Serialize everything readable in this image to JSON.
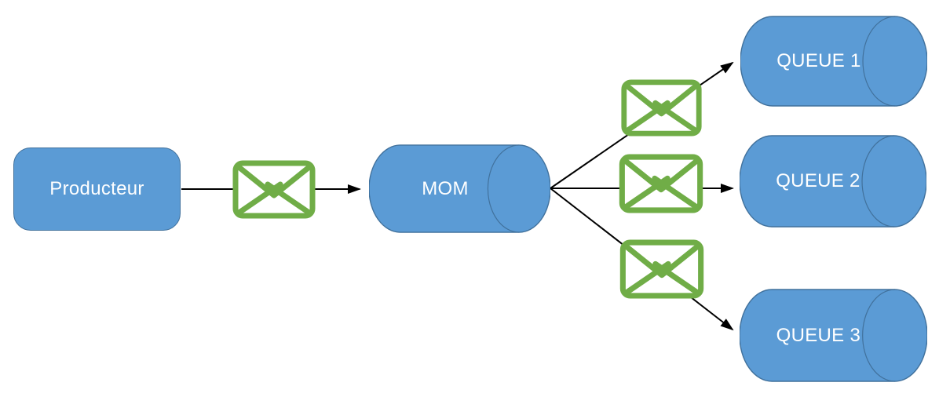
{
  "diagram": {
    "producer": {
      "label": "Producteur"
    },
    "broker": {
      "label": "MOM"
    },
    "queues": [
      {
        "label": "QUEUE 1"
      },
      {
        "label": "QUEUE 2"
      },
      {
        "label": "QUEUE 3"
      }
    ],
    "connections": [
      {
        "from": "Producteur",
        "to": "MOM",
        "icon": "message-envelope-icon"
      },
      {
        "from": "MOM",
        "to": "QUEUE 1",
        "icon": "message-envelope-icon"
      },
      {
        "from": "MOM",
        "to": "QUEUE 2",
        "icon": "message-envelope-icon"
      },
      {
        "from": "MOM",
        "to": "QUEUE 3",
        "icon": "message-envelope-icon"
      }
    ],
    "colors": {
      "node_fill": "#5B9BD5",
      "node_border": "#41719C",
      "envelope_green": "#70AD47",
      "arrow_black": "#000000",
      "label_text": "#FFFFFF",
      "canvas_bg": "#FFFFFF"
    }
  }
}
